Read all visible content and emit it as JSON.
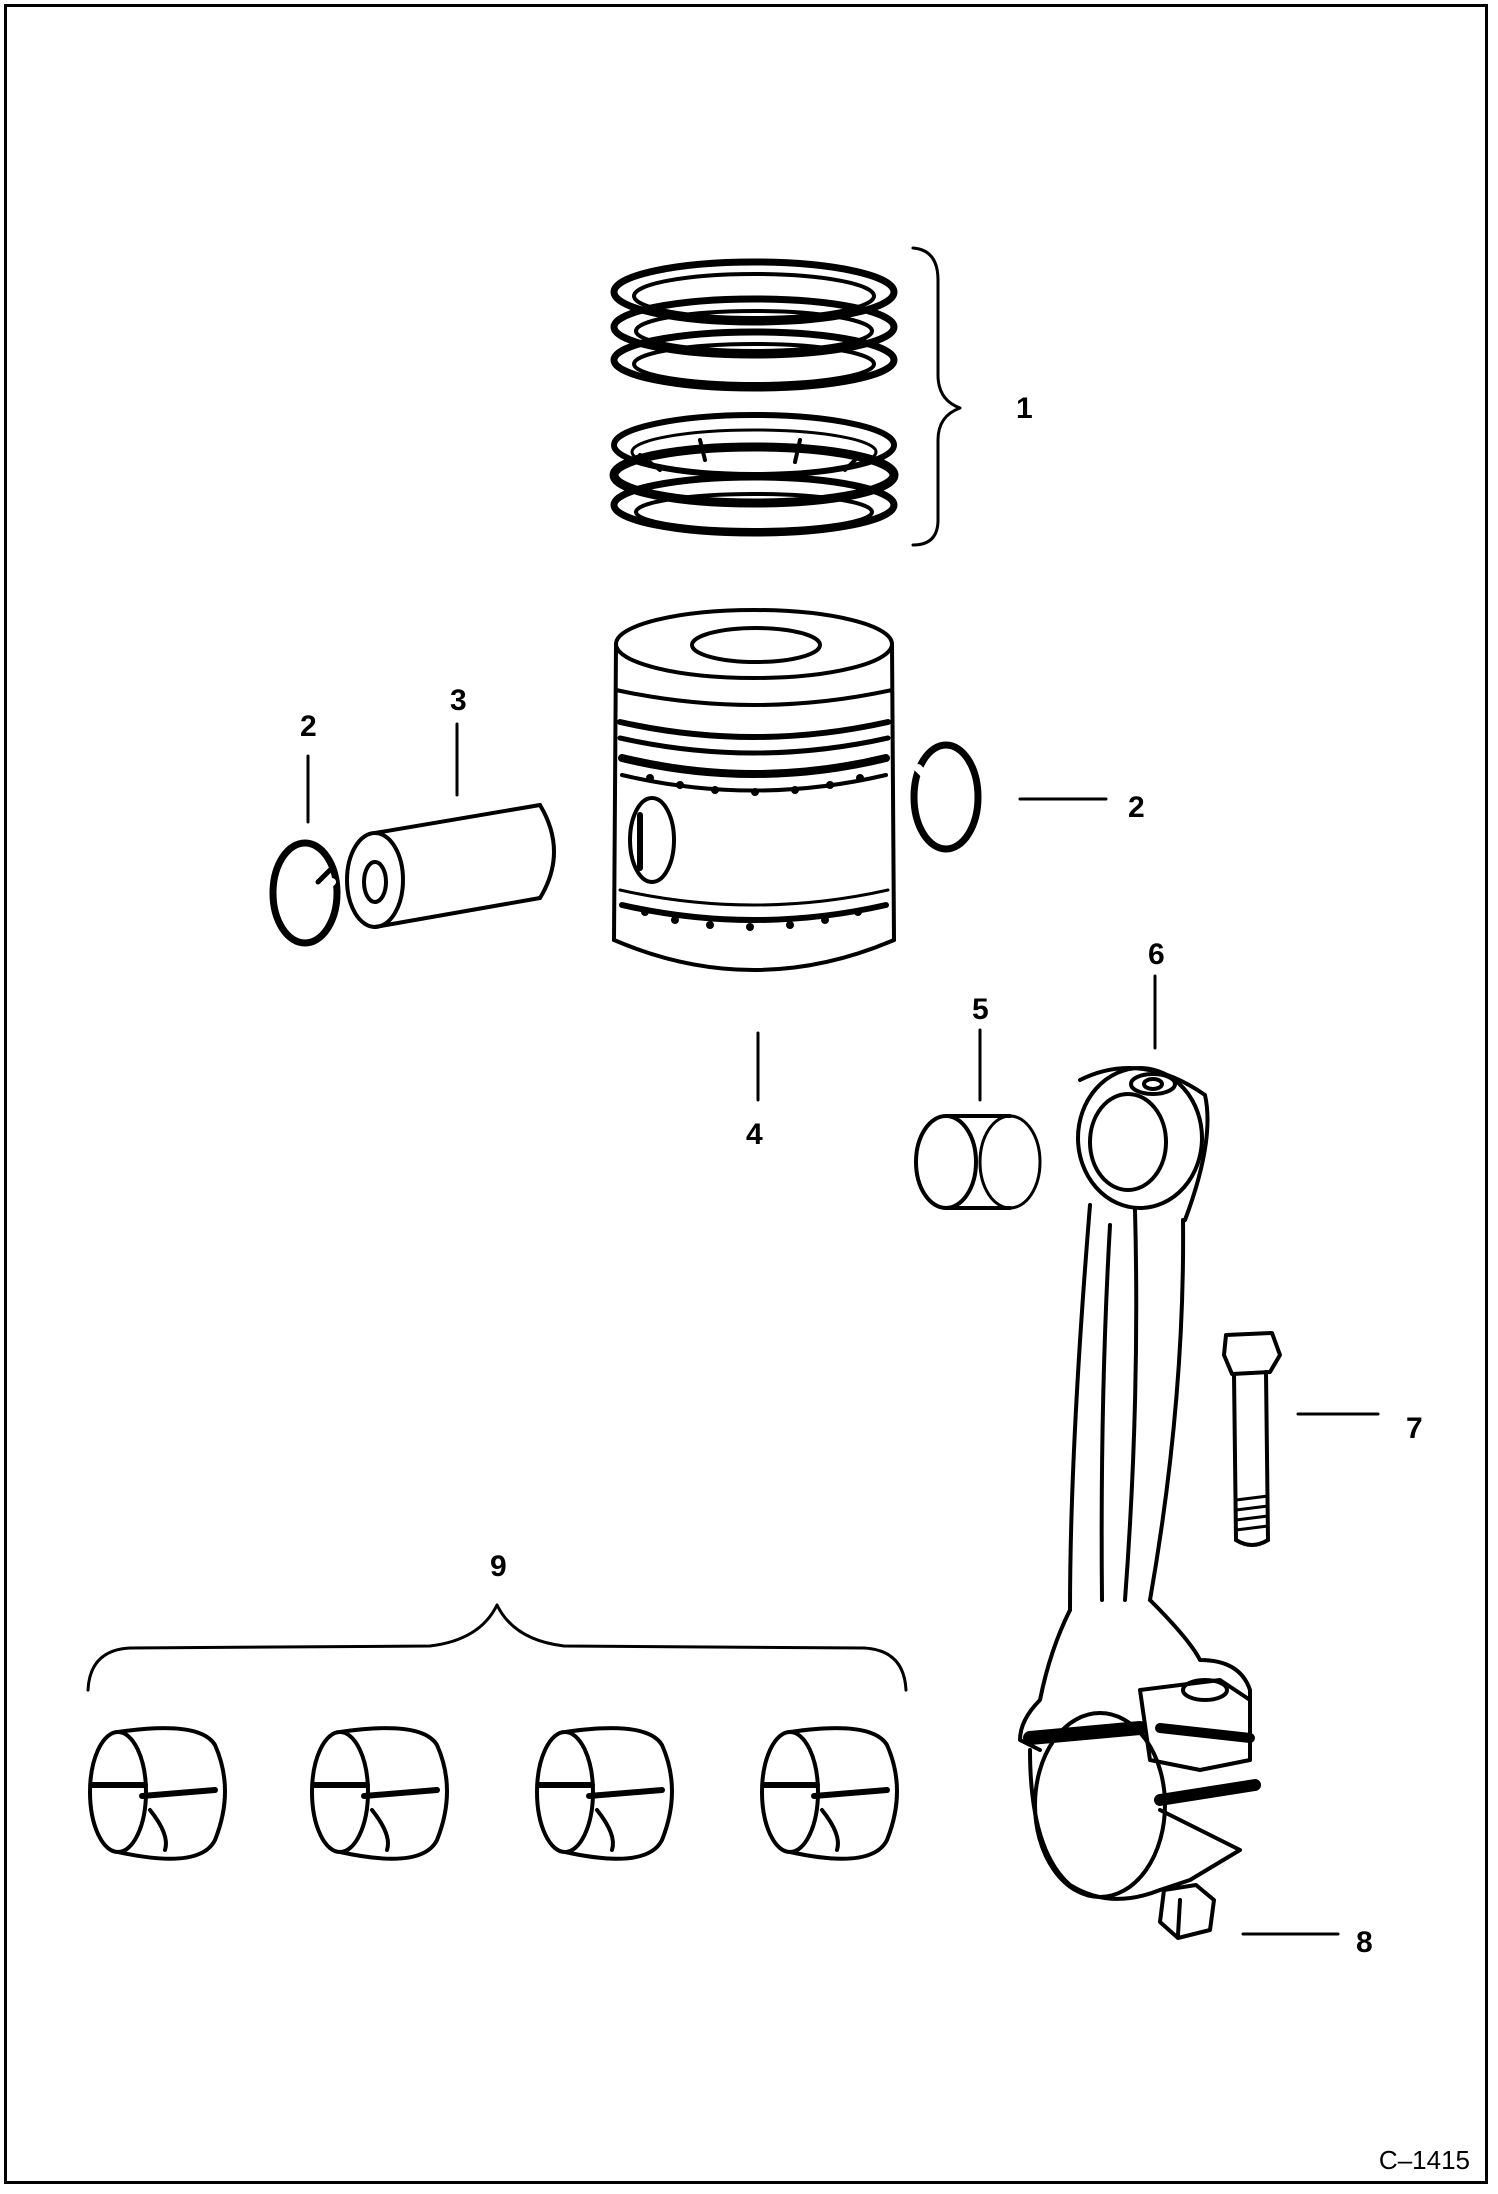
{
  "figure_id": "C–1415",
  "callouts": [
    {
      "id": "rings",
      "label": "1"
    },
    {
      "id": "retainer-left",
      "label": "2"
    },
    {
      "id": "piston-pin",
      "label": "3"
    },
    {
      "id": "retainer-right",
      "label": "2"
    },
    {
      "id": "piston",
      "label": "4"
    },
    {
      "id": "pin-bushing",
      "label": "5"
    },
    {
      "id": "connecting-rod",
      "label": "6"
    },
    {
      "id": "rod-bolt",
      "label": "7"
    },
    {
      "id": "rod-nut",
      "label": "8"
    },
    {
      "id": "bearings",
      "label": "9"
    }
  ],
  "colors": {
    "line": "#000000",
    "background": "#ffffff"
  }
}
